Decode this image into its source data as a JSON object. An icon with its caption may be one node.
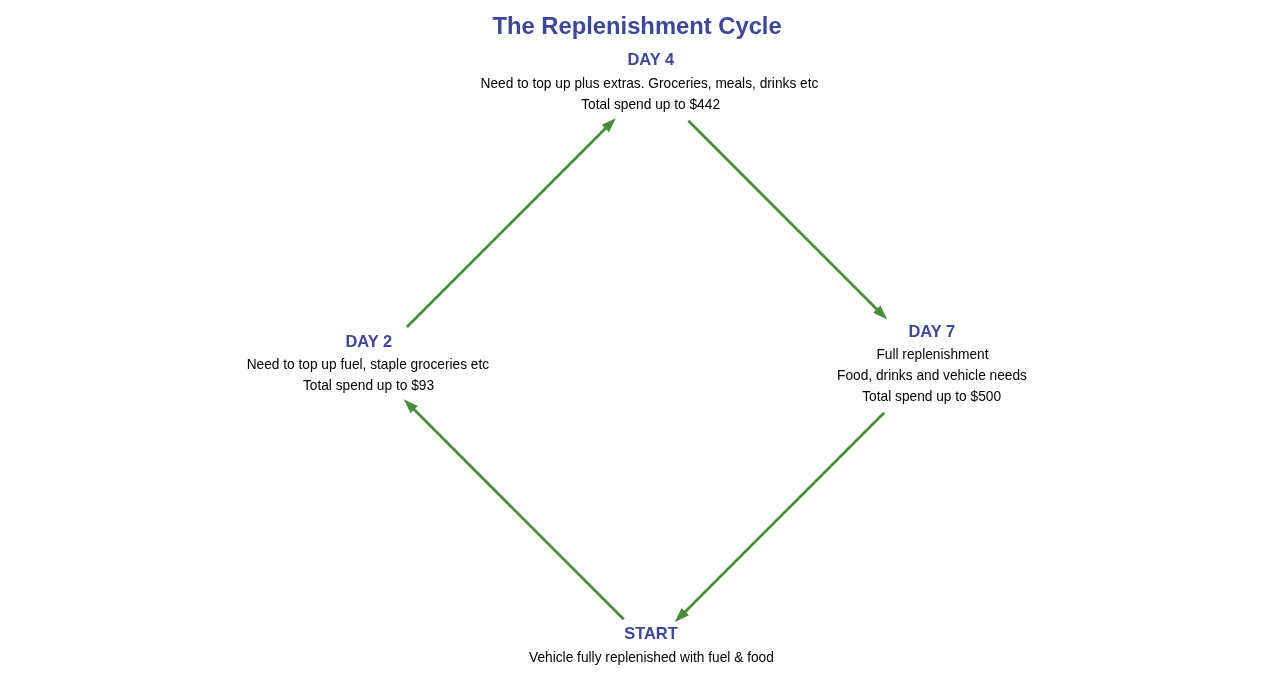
{
  "diagram": {
    "title": "The Replenishment Cycle",
    "nodes": [
      {
        "text": [
          "START",
          "Vehicle fully replenished with fuel & food"
        ]
      },
      {
        "text": [
          "DAY 2",
          "Need to top up fuel, staple groceries etc",
          "Total spend up to $93"
        ]
      },
      {
        "text": [
          "DAY 4",
          "Need to top up plus extras. Groceries, meals, drinks etc",
          "Total spend up to $442"
        ]
      },
      {
        "text": [
          "DAY 7",
          "Full replenishment",
          "Food, drinks and vehicle needs",
          "Total spend up to $500"
        ]
      }
    ],
    "edges": [
      {
        "from": 0,
        "to": 1,
        "arrow": "to",
        "color": "#4a8c3c"
      },
      {
        "from": 1,
        "to": 2,
        "arrow": "to",
        "color": "#4a8c3c"
      },
      {
        "from": 2,
        "to": 3,
        "arrow": "to",
        "color": "#4a8c3c"
      },
      {
        "from": 3,
        "to": 0,
        "arrow": "to",
        "color": "#4a8c3c"
      }
    ]
  }
}
